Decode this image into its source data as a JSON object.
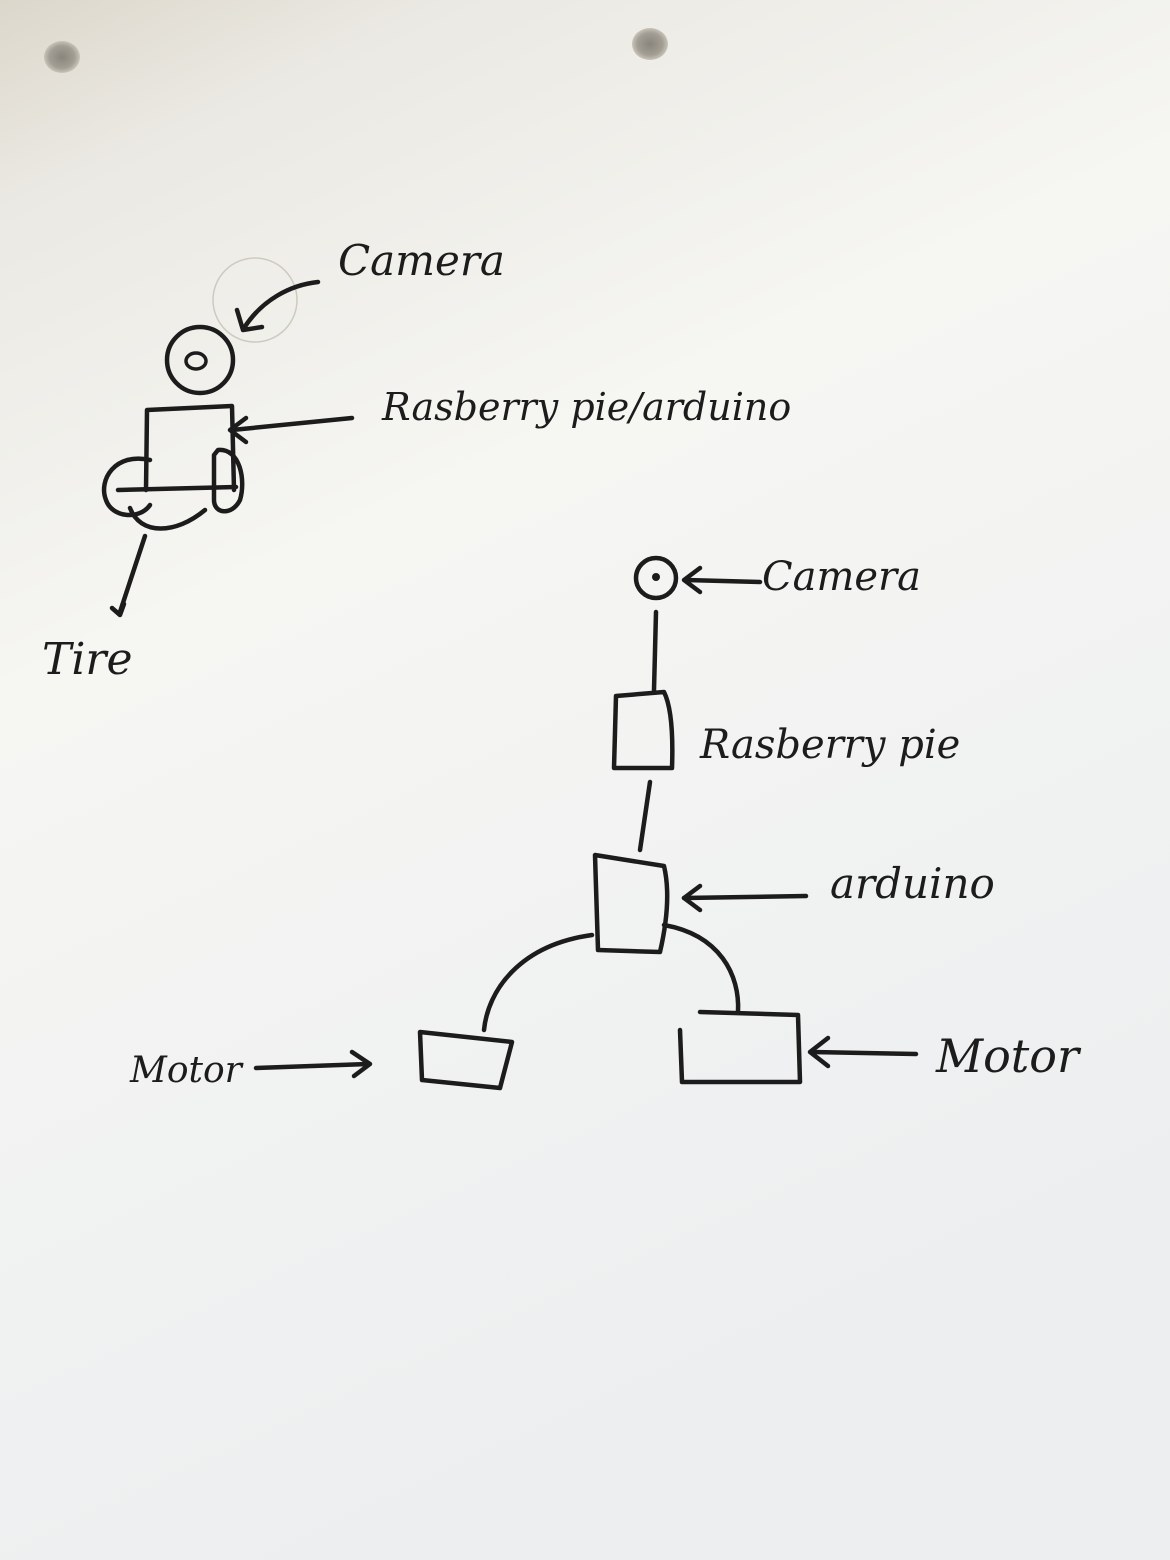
{
  "sketch_1": {
    "camera_label": "Camera",
    "board_label": "Rasberry pie/arduino",
    "tire_label": "Tire"
  },
  "sketch_2": {
    "camera_label": "Camera",
    "raspberry_label": "Rasberry pie",
    "arduino_label": "arduino",
    "motor_left_label": "Motor",
    "motor_right_label": "Motor"
  },
  "colors": {
    "ink": "#1c1c1c",
    "paper": "#f3f2ee"
  }
}
